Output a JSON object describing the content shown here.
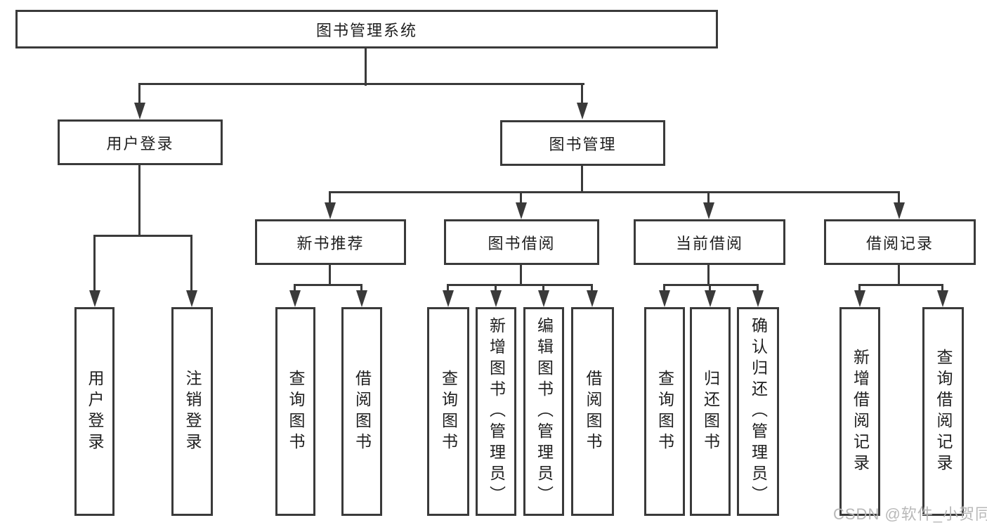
{
  "diagram": {
    "type": "tree",
    "title": "图书管理系统",
    "nodes": {
      "root": "图书管理系统",
      "user_login": "用户登录",
      "book_mgmt": "图书管理",
      "new_book_rec": "新书推荐",
      "book_borrow": "图书借阅",
      "current_borrow": "当前借阅",
      "borrow_record": "借阅记录",
      "ul_login": "用户登录",
      "ul_logout": "注销登录",
      "nbr_query": "查询图书",
      "nbr_borrow": "借阅图书",
      "bb_query": "查询图书",
      "bb_add": "新增图书（管理员）",
      "bb_edit": "编辑图书（管理员）",
      "bb_borrow": "借阅图书",
      "cb_query": "查询图书",
      "cb_return": "归还图书",
      "cb_confirm": "确认归还（管理员）",
      "br_add": "新增借阅记录",
      "br_query": "查询借阅记录"
    },
    "hierarchy": {
      "图书管理系统": [
        "用户登录",
        "图书管理"
      ],
      "用户登录": [
        "用户登录",
        "注销登录"
      ],
      "图书管理": [
        "新书推荐",
        "图书借阅",
        "当前借阅",
        "借阅记录"
      ],
      "新书推荐": [
        "查询图书",
        "借阅图书"
      ],
      "图书借阅": [
        "查询图书",
        "新增图书（管理员）",
        "编辑图书（管理员）",
        "借阅图书"
      ],
      "当前借阅": [
        "查询图书",
        "归还图书",
        "确认归还（管理员）"
      ],
      "借阅记录": [
        "新增借阅记录",
        "查询借阅记录"
      ]
    },
    "colors": {
      "line": "#3a3a3a",
      "text": "#1f1f1f",
      "box_background": "#ffffff",
      "page_background": "#ffffff",
      "watermark": "#b5b5b5"
    },
    "watermark": "CSDN @软件_小贺同学"
  }
}
